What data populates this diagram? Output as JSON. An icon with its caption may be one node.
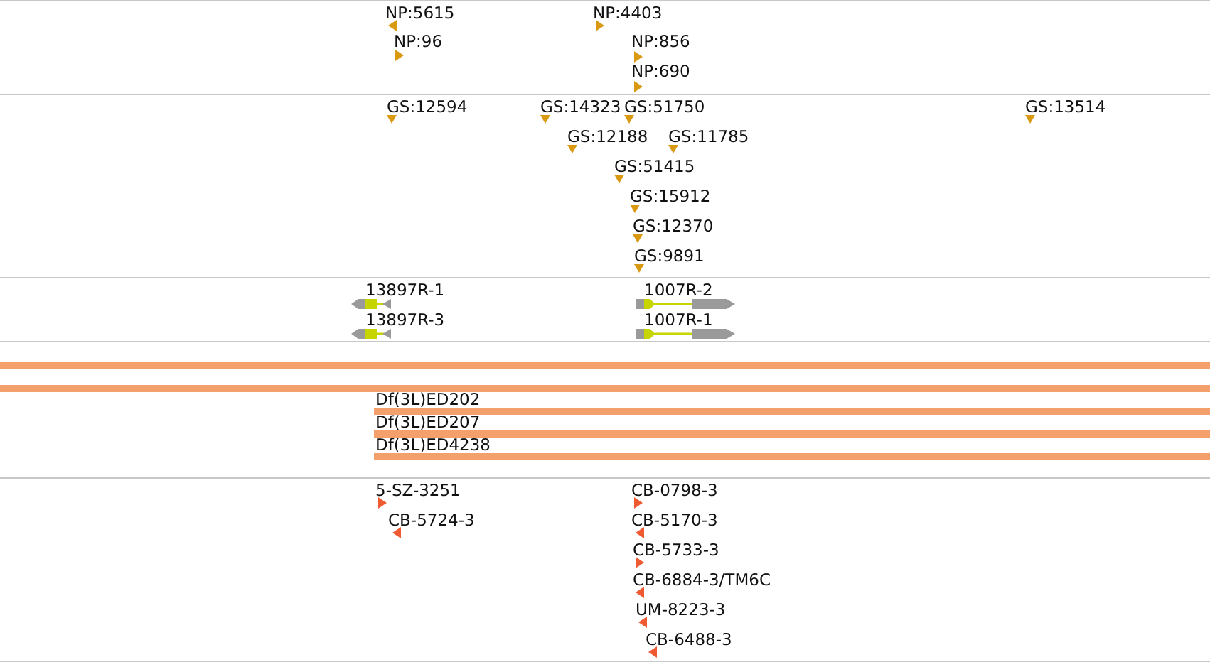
{
  "diagram": {
    "labels": [
      "NP:5615",
      "NP:4403",
      "NP:96",
      "NP:856",
      "NP:690",
      "GS:12594",
      "GS:14323",
      "GS:51750",
      "GS:13514",
      "GS:12188",
      "GS:11785",
      "GS:51415",
      "GS:15912",
      "GS:12370",
      "GS:9891",
      "13897R-1",
      "1007R-2",
      "13897R-3",
      "1007R-1",
      "Df(3L)ED202",
      "Df(3L)ED207",
      "Df(3L)ED4238",
      "5-SZ-3251",
      "CB-0798-3",
      "CB-5724-3",
      "CB-5170-3",
      "CB-5733-3",
      "CB-6884-3/TM6C",
      "UM-8223-3",
      "CB-6488-3"
    ]
  }
}
